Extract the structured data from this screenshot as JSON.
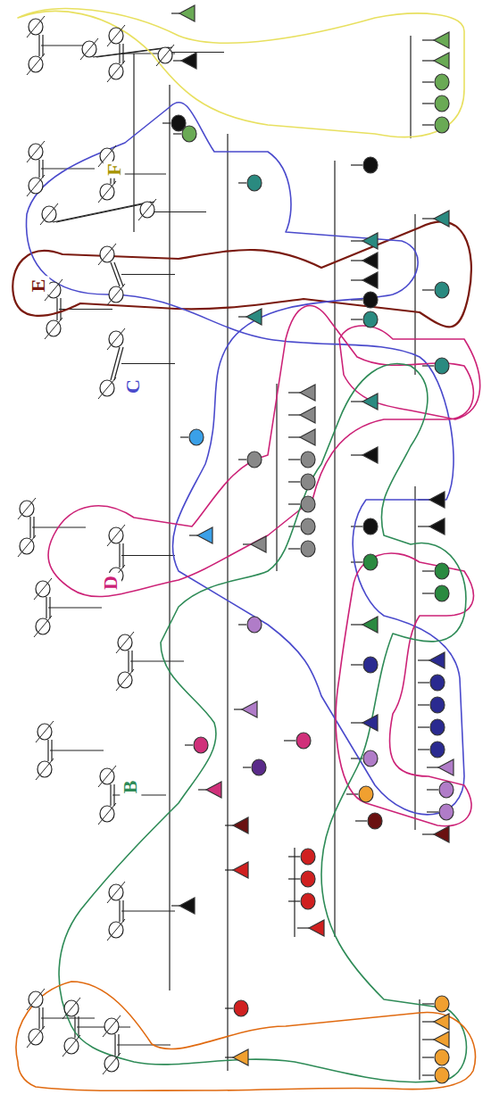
{
  "diagram": {
    "labels": [
      "B",
      "C",
      "D",
      "E",
      "F"
    ]
  }
}
